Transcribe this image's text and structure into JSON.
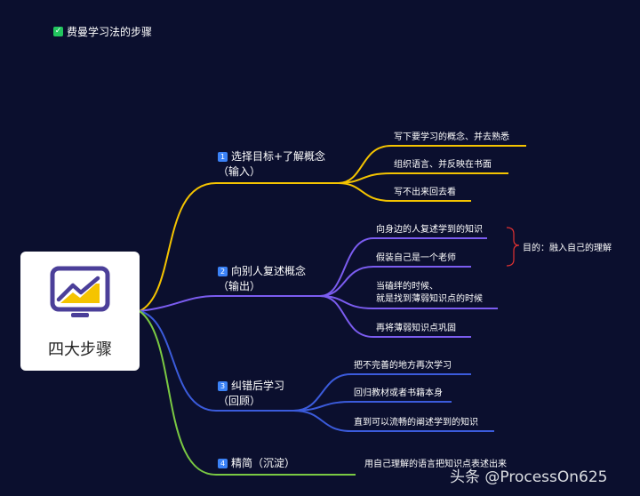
{
  "title": {
    "icon": "check-icon",
    "text": "费曼学习法的步骤"
  },
  "root": {
    "label": "四大步骤",
    "icon": "monitor-chart-icon"
  },
  "branches": [
    {
      "num": "1",
      "label": "选择目标+了解概念",
      "sub": "（输入）",
      "color": "#f5c400",
      "leaves": [
        "写下要学习的概念、并去熟悉",
        "组织语言、并反映在书面",
        "写不出来回去看"
      ]
    },
    {
      "num": "2",
      "label": "向别人复述概念",
      "sub": "（输出）",
      "color": "#7b5cf0",
      "leaves": [
        "向身边的人复述学到的知识",
        "假装自己是一个老师",
        "当磕绊的时候、",
        "就是找到薄弱知识点的时候",
        "再将薄弱知识点巩固"
      ],
      "note": "目的：融入自己的理解"
    },
    {
      "num": "3",
      "label": "纠错后学习",
      "sub": "（回顾）",
      "color": "#3b5bdb",
      "leaves": [
        "把不完善的地方再次学习",
        "回归教材或者书籍本身",
        "直到可以流畅的阐述学到的知识"
      ]
    },
    {
      "num": "4",
      "label": "精简（沉淀）",
      "sub": "",
      "color": "#7ac943",
      "leaves": [
        "用自己理解的语言把知识点表述出来"
      ]
    }
  ],
  "colors": {
    "background": "#0b0f2e",
    "bracket": "#e03131",
    "num_badge": "#3b82f6"
  },
  "watermark": "头条 @ProcessOn625"
}
